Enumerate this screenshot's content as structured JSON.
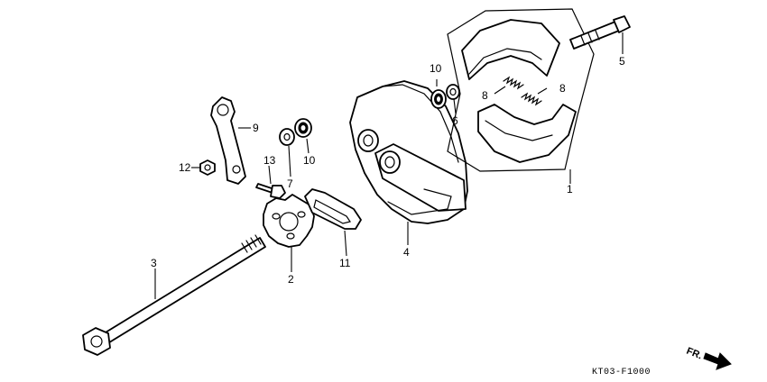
{
  "callouts": {
    "c1": "1",
    "c2": "2",
    "c3": "3",
    "c4": "4",
    "c5": "5",
    "c6": "6",
    "c7": "7",
    "c8a": "8",
    "c8b": "8",
    "c9": "9",
    "c10a": "10",
    "c10b": "10",
    "c11": "11",
    "c12": "12",
    "c13": "13"
  },
  "diagram_code": "KT03-F1000",
  "direction_label": "FR."
}
